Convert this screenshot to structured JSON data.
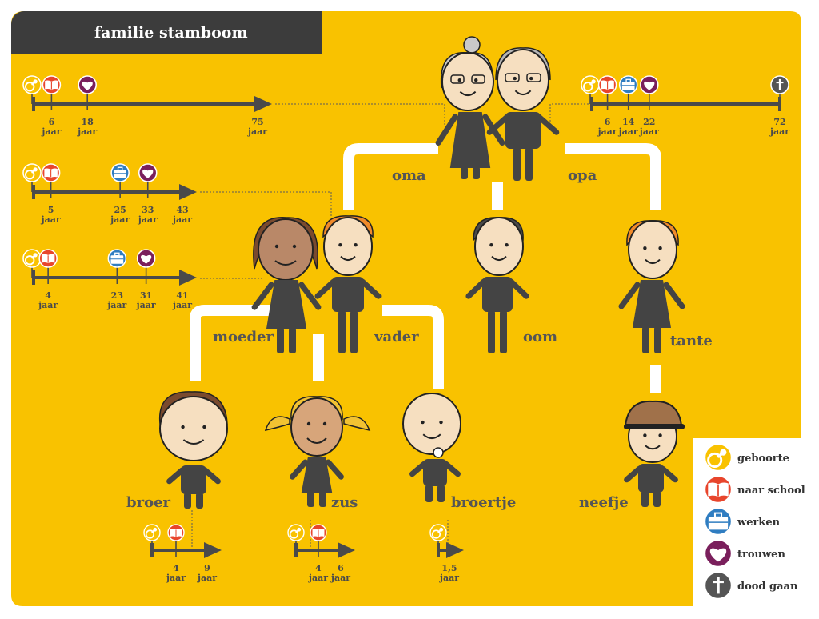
{
  "title": "familie stamboom",
  "colors": {
    "background": "#f9c200",
    "dark": "#4a4a4a",
    "birth": "#f9c200",
    "school": "#e8452c",
    "work": "#2f7dc1",
    "marry": "#7a1f5c",
    "death": "#555555"
  },
  "year_unit": "jaar",
  "persons": [
    {
      "id": "oma",
      "label": "oma"
    },
    {
      "id": "opa",
      "label": "opa"
    },
    {
      "id": "moeder",
      "label": "moeder"
    },
    {
      "id": "vader",
      "label": "vader"
    },
    {
      "id": "oom",
      "label": "oom"
    },
    {
      "id": "tante",
      "label": "tante"
    },
    {
      "id": "broer",
      "label": "broer"
    },
    {
      "id": "zus",
      "label": "zus"
    },
    {
      "id": "broertje",
      "label": "broertje"
    },
    {
      "id": "neefje",
      "label": "neefje"
    }
  ],
  "timelines": [
    {
      "person": "oma",
      "events": [
        {
          "type": "birth",
          "age": "0"
        },
        {
          "type": "school",
          "age": "6"
        },
        {
          "type": "marry",
          "age": "18"
        }
      ],
      "end": "75",
      "ended_by_death": false
    },
    {
      "person": "opa",
      "events": [
        {
          "type": "birth",
          "age": "0"
        },
        {
          "type": "school",
          "age": "6"
        },
        {
          "type": "work",
          "age": "14"
        },
        {
          "type": "marry",
          "age": "22"
        },
        {
          "type": "death",
          "age": "72"
        }
      ],
      "end": "72",
      "ended_by_death": true
    },
    {
      "person": "moeder",
      "events": [
        {
          "type": "birth",
          "age": "0"
        },
        {
          "type": "school",
          "age": "5"
        },
        {
          "type": "work",
          "age": "25"
        },
        {
          "type": "marry",
          "age": "33"
        }
      ],
      "end": "43",
      "ended_by_death": false
    },
    {
      "person": "vader",
      "events": [
        {
          "type": "birth",
          "age": "0"
        },
        {
          "type": "school",
          "age": "4"
        },
        {
          "type": "work",
          "age": "23"
        },
        {
          "type": "marry",
          "age": "31"
        }
      ],
      "end": "41",
      "ended_by_death": false
    },
    {
      "person": "broer",
      "events": [
        {
          "type": "birth",
          "age": "0"
        },
        {
          "type": "school",
          "age": "4"
        }
      ],
      "end": "9",
      "ended_by_death": false
    },
    {
      "person": "zus",
      "events": [
        {
          "type": "birth",
          "age": "0"
        },
        {
          "type": "school",
          "age": "4"
        }
      ],
      "end": "6",
      "ended_by_death": false
    },
    {
      "person": "broertje",
      "events": [
        {
          "type": "birth",
          "age": "0"
        }
      ],
      "end": "1,5",
      "ended_by_death": false
    }
  ],
  "legend": [
    {
      "type": "birth",
      "label": "geboorte",
      "icon": "pacifier-icon"
    },
    {
      "type": "school",
      "label": "naar school",
      "icon": "book-icon"
    },
    {
      "type": "work",
      "label": "werken",
      "icon": "briefcase-icon"
    },
    {
      "type": "marry",
      "label": "trouwen",
      "icon": "heart-icon"
    },
    {
      "type": "death",
      "label": "dood gaan",
      "icon": "cross-icon"
    }
  ]
}
